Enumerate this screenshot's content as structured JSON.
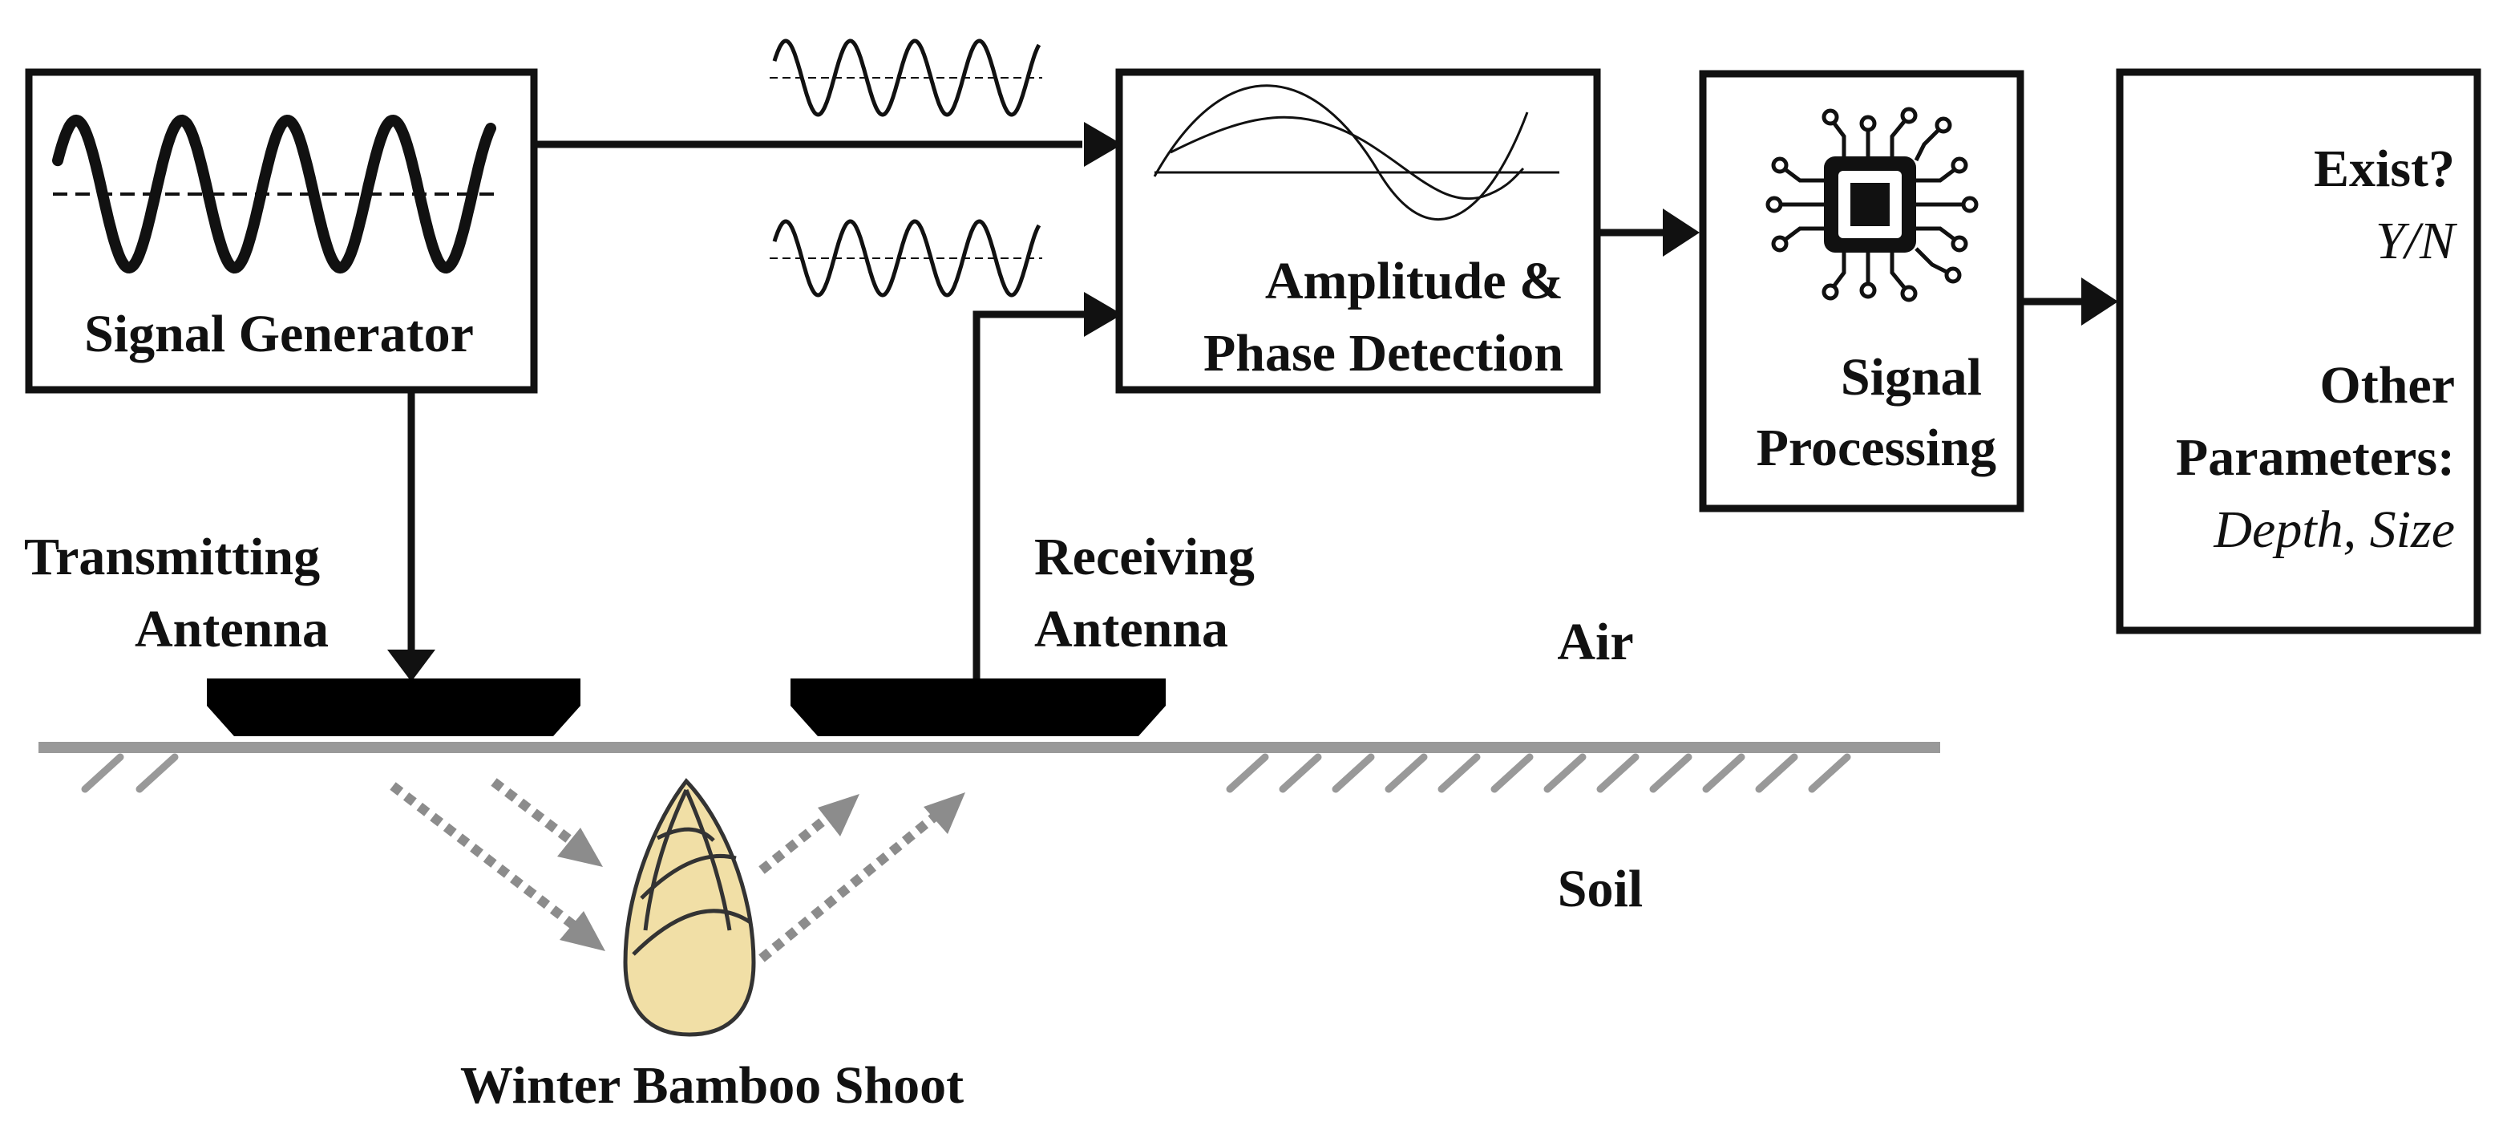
{
  "blocks": {
    "signal_generator": "Signal Generator",
    "detection_line1": "Amplitude &",
    "detection_line2": "Phase  Detection",
    "processing_line1": "Signal",
    "processing_line2": "Processing",
    "output_exist": "Exist?",
    "output_yn": "Y/N",
    "output_other": "Other",
    "output_parameters": "Parameters:",
    "output_depth_size": "Depth, Size"
  },
  "antennas": {
    "transmit_line1": "Transmitting",
    "transmit_line2": "Antenna",
    "receive_line1": "Receiving",
    "receive_line2": "Antenna"
  },
  "media": {
    "air": "Air",
    "soil": "Soil"
  },
  "target": {
    "label": "Winter Bamboo Shoot"
  },
  "icons": {
    "sine": "sine-wave-icon",
    "chip": "chip-icon",
    "shoot": "bamboo-shoot-icon"
  },
  "colors": {
    "line": "#111111",
    "ground": "#999999",
    "ray": "#8c8c8c",
    "shoot_fill": "#f1dfa6"
  }
}
